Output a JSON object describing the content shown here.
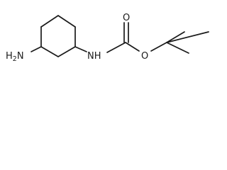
{
  "molecule": {
    "atoms": {
      "amine": {
        "main": "H",
        "sub": "2",
        "tail": "N"
      },
      "carbamate_nh": "NH",
      "carbonyl_o": "O",
      "ester_o": "O"
    }
  }
}
